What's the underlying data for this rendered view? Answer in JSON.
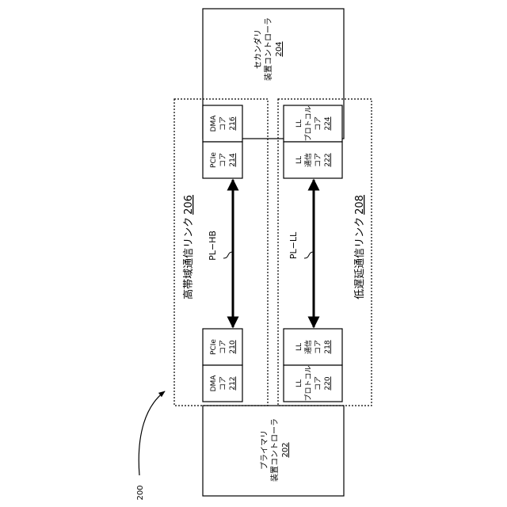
{
  "figure": {
    "ref": "200"
  },
  "primary_controller": {
    "name": "プライマリ",
    "name2": "装置コントローラ",
    "ref": "202"
  },
  "secondary_controller": {
    "name": "セカンダリ",
    "name2": "装置コントローラ",
    "ref": "204"
  },
  "hb_link": {
    "label": "高帯域通信リンク",
    "ref": "206"
  },
  "ll_link": {
    "label": "低遅延通信リンク",
    "ref": "208"
  },
  "cores": {
    "pcie_210": {
      "l1": "PCIe",
      "l2": "コア",
      "ref": "210"
    },
    "dma_212": {
      "l1": "DMA",
      "l2": "コア",
      "ref": "212"
    },
    "pcie_214": {
      "l1": "PCIe",
      "l2": "コア",
      "ref": "214"
    },
    "dma_216": {
      "l1": "DMA",
      "l2": "コア",
      "ref": "216"
    },
    "ll_218": {
      "l1": "LL",
      "l2": "通信",
      "l3": "コア",
      "ref": "218"
    },
    "ll_220": {
      "l1": "LL",
      "l2": "プロトコル",
      "l3": "コア",
      "ref": "220"
    },
    "ll_222": {
      "l1": "LL",
      "l2": "通信",
      "l3": "コア",
      "ref": "222"
    },
    "ll_224": {
      "l1": "LL",
      "l2": "プロトコル",
      "l3": "コア",
      "ref": "224"
    }
  },
  "connections": {
    "pl_hb": "PL−HB",
    "pl_ll": "PL−LL"
  }
}
